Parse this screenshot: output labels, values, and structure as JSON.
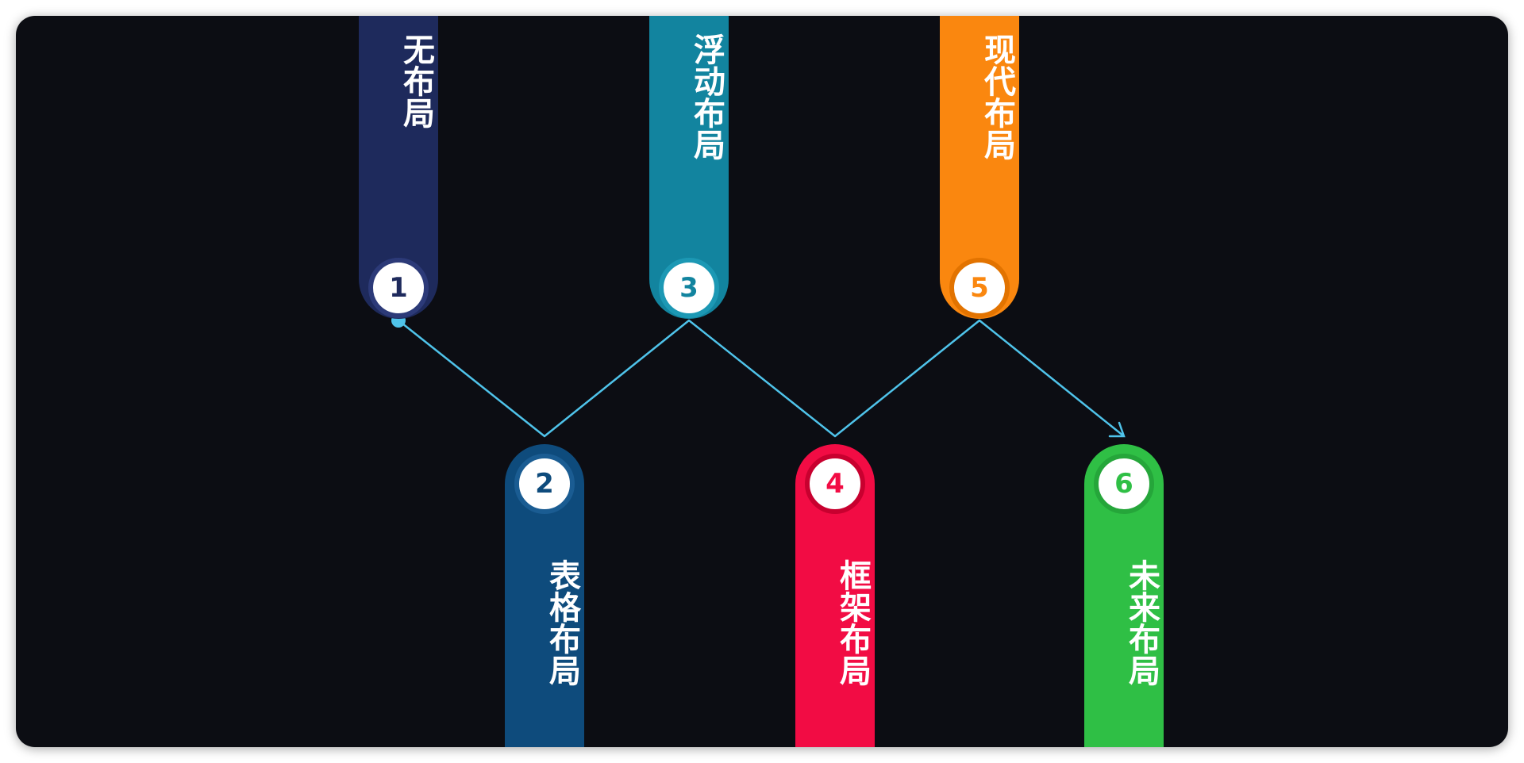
{
  "diagram": {
    "line_color": "#4fc3ea",
    "nodes": [
      {
        "number": "1",
        "label": "无布局",
        "color": "#1e2a5c",
        "ring": "#2c3a78",
        "text_color": "#1e2a5c"
      },
      {
        "number": "2",
        "label": "表格布局",
        "color": "#0e4b7c",
        "ring": "#1a5c92",
        "text_color": "#0e4b7c"
      },
      {
        "number": "3",
        "label": "浮动布局",
        "color": "#12849f",
        "ring": "#1c98b4",
        "text_color": "#12849f"
      },
      {
        "number": "4",
        "label": "框架布局",
        "color": "#f20c44",
        "ring": "#c8002f",
        "text_color": "#f20c44"
      },
      {
        "number": "5",
        "label": "现代布局",
        "color": "#fa870f",
        "ring": "#e27300",
        "text_color": "#fa870f"
      },
      {
        "number": "6",
        "label": "未来布局",
        "color": "#2fbf45",
        "ring": "#25a63a",
        "text_color": "#2fbf45"
      }
    ]
  }
}
